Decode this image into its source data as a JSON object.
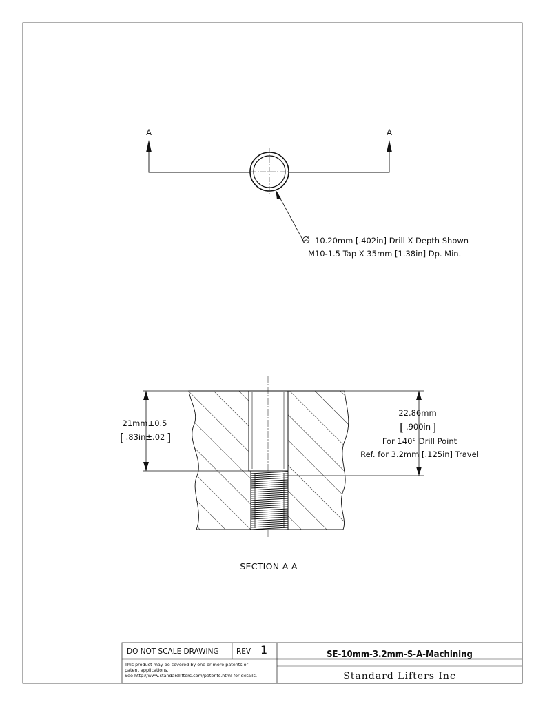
{
  "top_view": {
    "section_marker_left": "A",
    "section_marker_right": "A",
    "callout_symbol": "∅",
    "callout_line1": "10.20mm [.402in] Drill X Depth Shown",
    "callout_line2": "M10-1.5 Tap X 35mm [1.38in] Dp. Min."
  },
  "section_view": {
    "left_dim_line1": "21mm±0.5",
    "left_dim_line2": ".83in±.02",
    "right_dim_line1": "22.86mm",
    "right_dim_line2": ".900in",
    "right_dim_line3": "For 140° Drill Point",
    "right_dim_line4": "Ref. for 3.2mm [.125in] Travel",
    "caption": "SECTION A-A"
  },
  "title_block": {
    "do_not_scale": "DO NOT SCALE DRAWING",
    "rev_label": "REV",
    "rev_value": "1",
    "patent_line1": "This product may be covered by one or more patents or",
    "patent_line2": "patent applications.",
    "patent_line3": "See http://www.standardlifters.com/patents.html for details.",
    "part_title": "SE-10mm-3.2mm-S-A-Machining",
    "company": "Standard Lifters Inc"
  }
}
